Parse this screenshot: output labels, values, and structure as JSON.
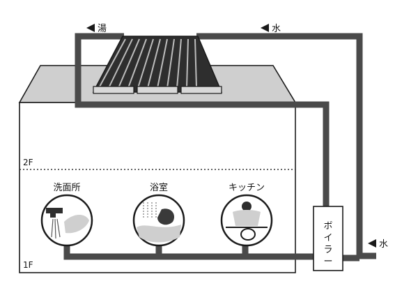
{
  "flow_labels": {
    "hot_water": "湯",
    "cold_water_top": "水",
    "cold_water_inlet": "水"
  },
  "floors": {
    "second": "2F",
    "first": "1F"
  },
  "rooms": {
    "washroom": "洗面所",
    "bathroom": "浴室",
    "kitchen": "キッチン"
  },
  "boiler": {
    "label": "ボイラー"
  },
  "colors": {
    "pipe": "#4a4a4a",
    "roof": "#cfcfcf",
    "line": "#1a1a1a",
    "panel_dark": "#2e2e2e",
    "panel_light": "#bdbdbd"
  }
}
